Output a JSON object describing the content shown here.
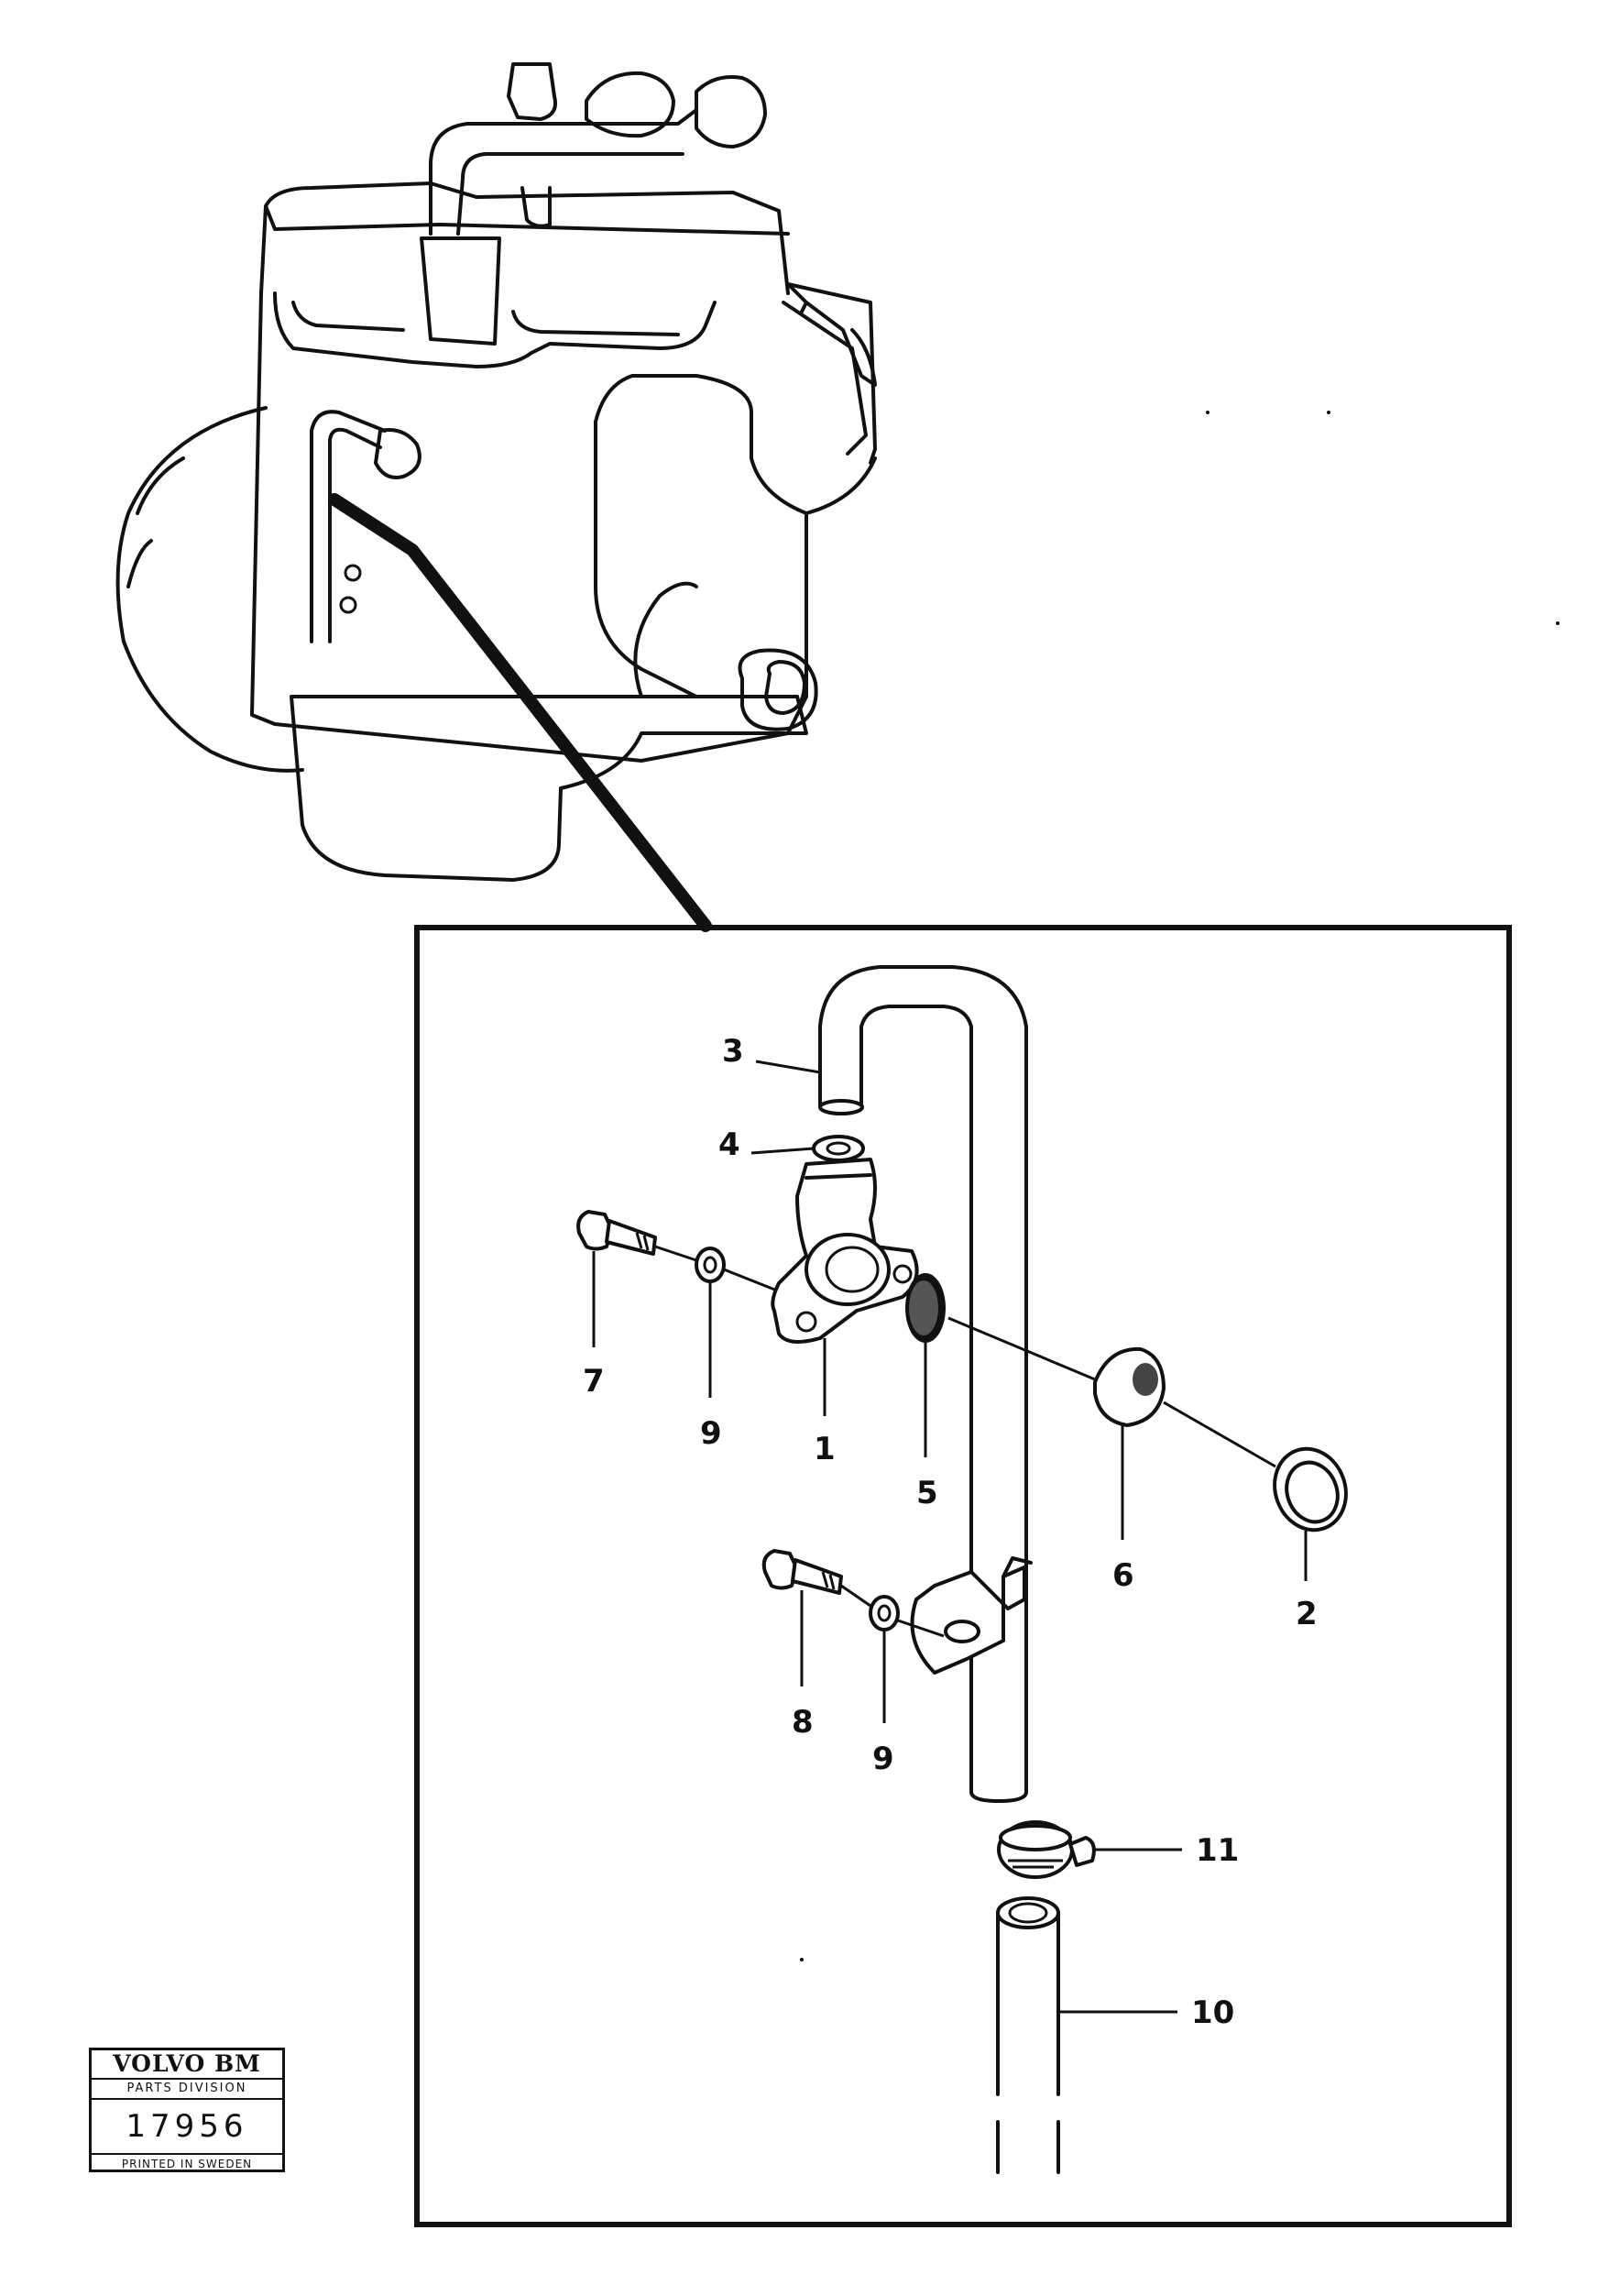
{
  "callouts": [
    {
      "id": "label-3",
      "text": "3"
    },
    {
      "id": "label-4",
      "text": "4"
    },
    {
      "id": "label-7",
      "text": "7"
    },
    {
      "id": "label-9a",
      "text": "9"
    },
    {
      "id": "label-1",
      "text": "1"
    },
    {
      "id": "label-5",
      "text": "5"
    },
    {
      "id": "label-6",
      "text": "6"
    },
    {
      "id": "label-2",
      "text": "2"
    },
    {
      "id": "label-8",
      "text": "8"
    },
    {
      "id": "label-9b",
      "text": "9"
    },
    {
      "id": "label-11",
      "text": "11"
    },
    {
      "id": "label-10",
      "text": "10"
    }
  ],
  "stamp": {
    "brand": "VOLVO BM",
    "division": "PARTS DIVISION",
    "number": "17956",
    "printed": "PRINTED IN SWEDEN"
  }
}
